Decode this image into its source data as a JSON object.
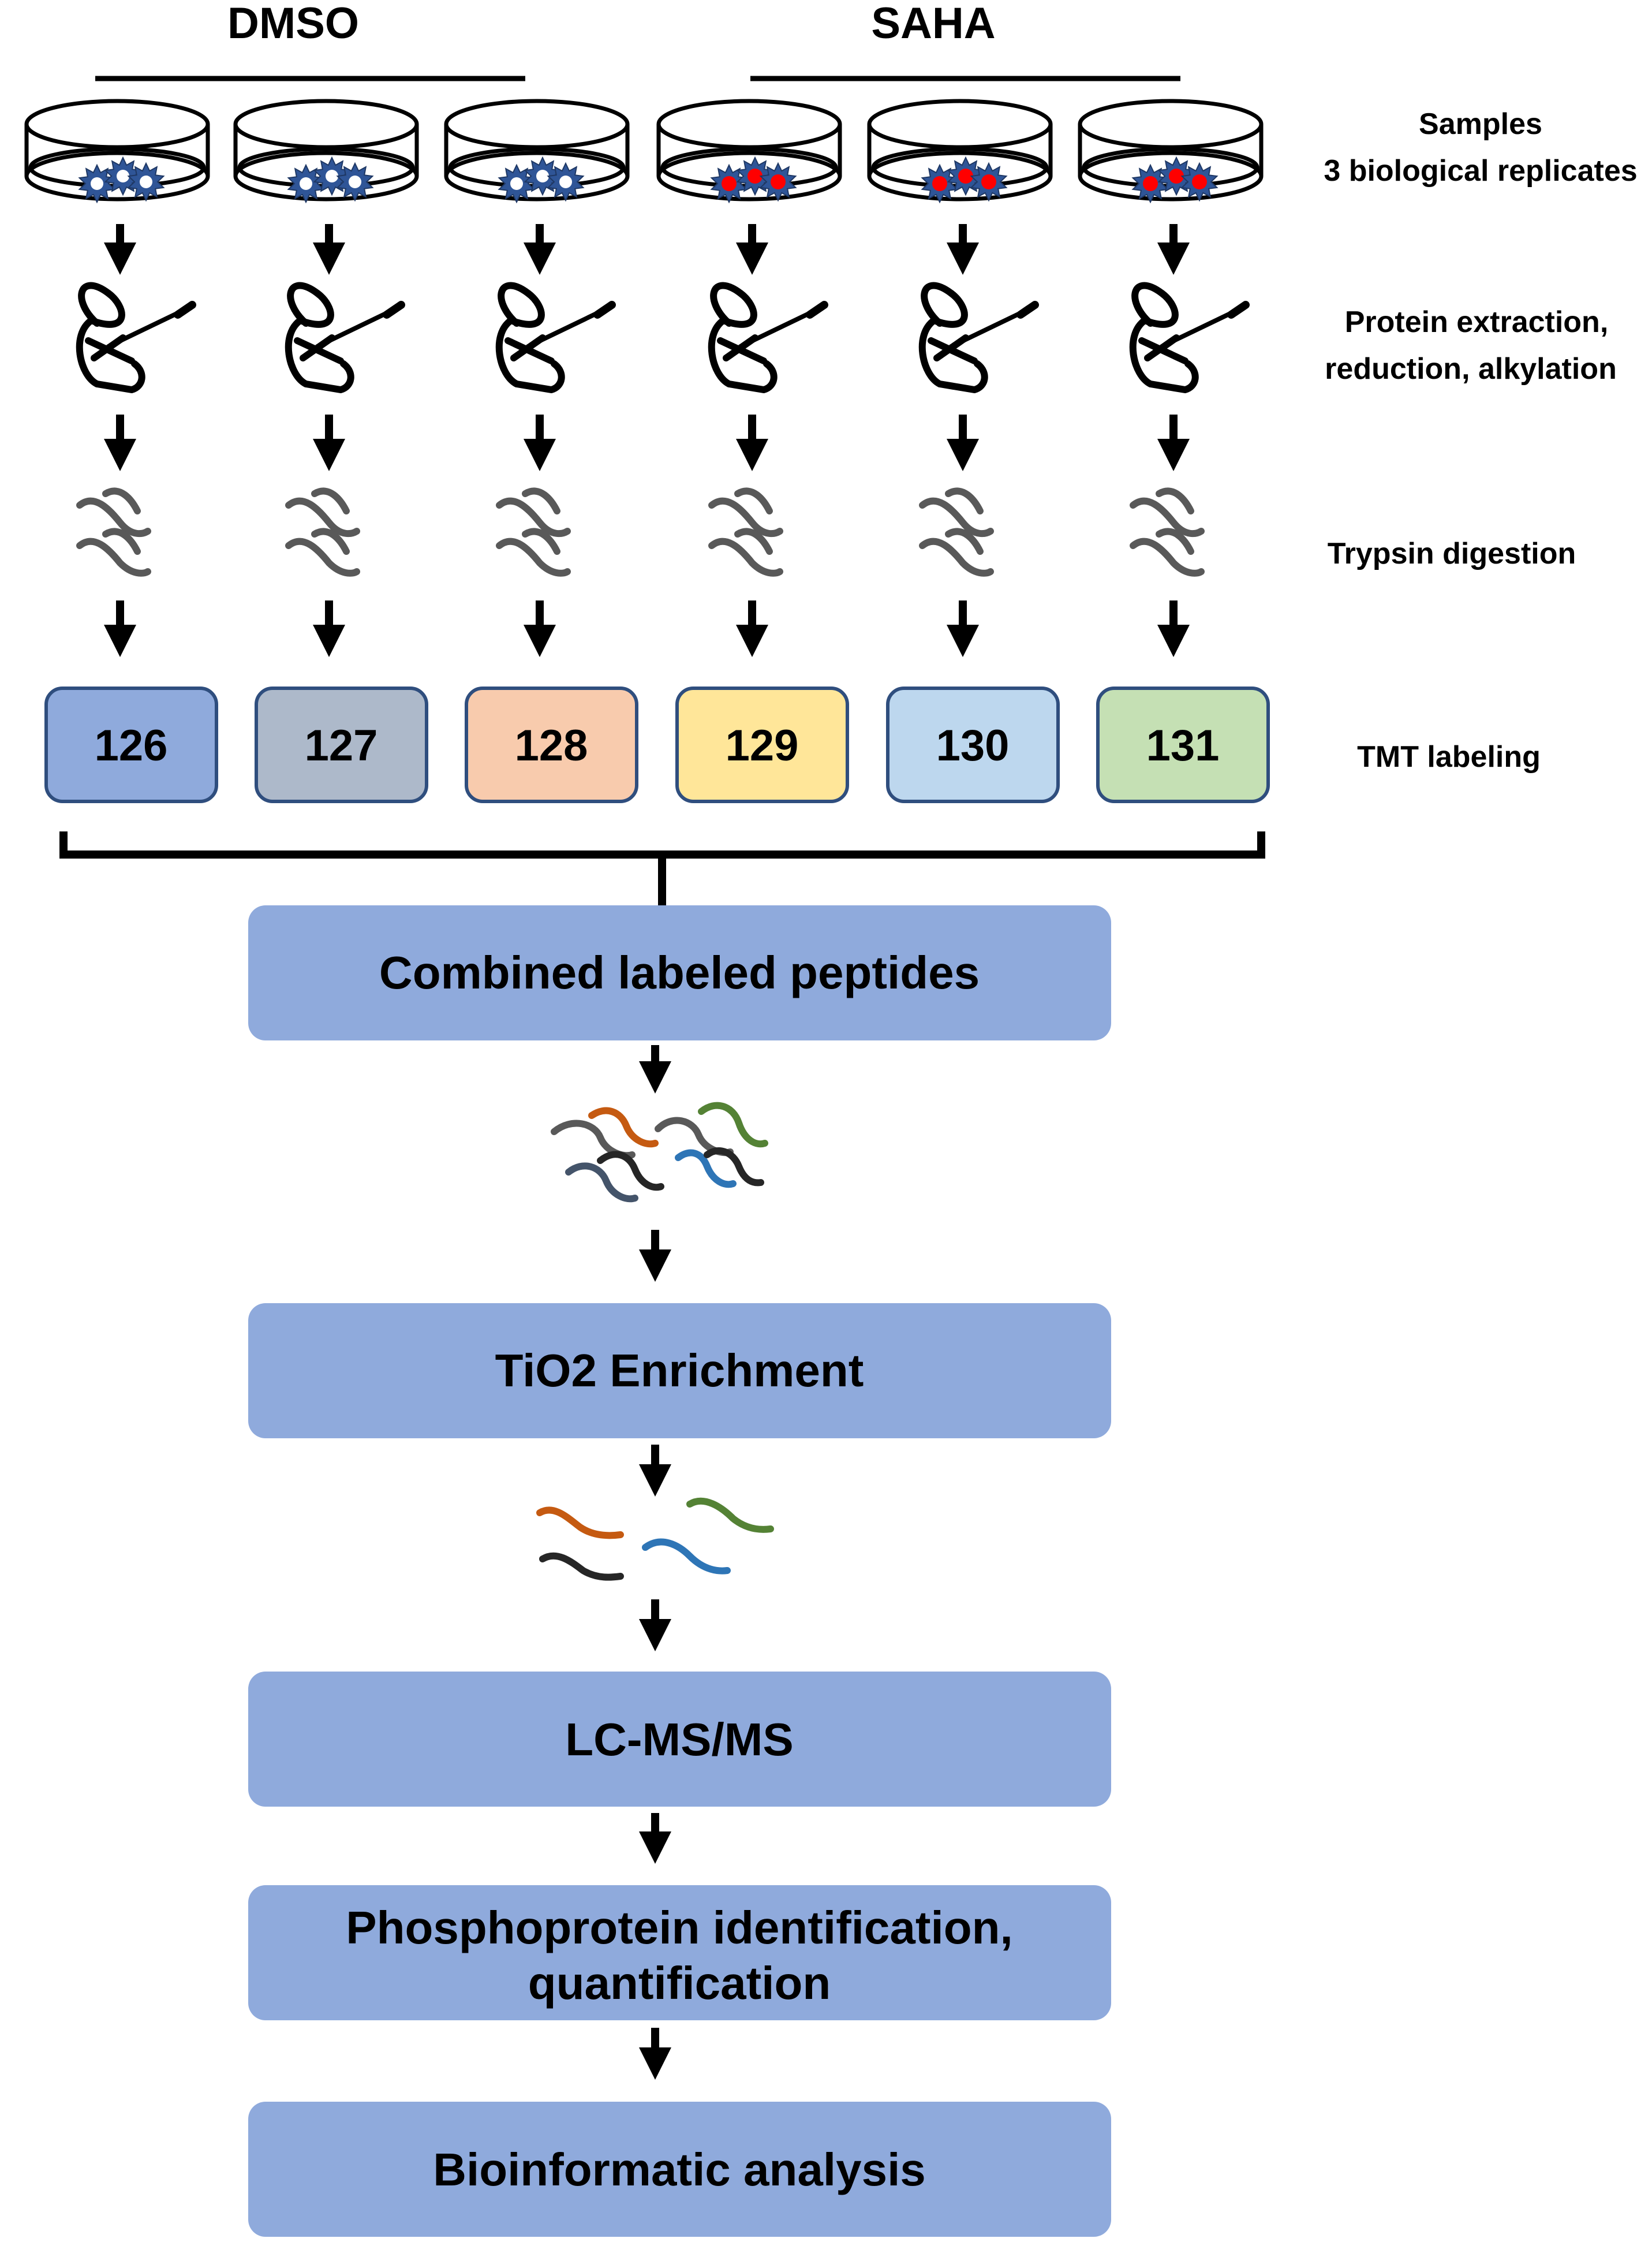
{
  "groups": [
    {
      "label": "DMSO",
      "dish_cell_color": "#2f5597",
      "dish_cell_marker": "none"
    },
    {
      "label": "SAHA",
      "dish_cell_color": "#2f5597",
      "dish_cell_marker": "#ff0000"
    }
  ],
  "steps": {
    "samples_line1": "Samples",
    "samples_line2": "3 biological replicates",
    "extraction_line1": "Protein extraction,",
    "extraction_line2": "reduction, alkylation",
    "digestion": "Trypsin digestion",
    "tmt": "TMT labeling"
  },
  "tmt_labels": [
    {
      "value": "126",
      "fill": "#8faadc",
      "group": "DMSO"
    },
    {
      "value": "127",
      "fill": "#adb9ca",
      "group": "DMSO"
    },
    {
      "value": "128",
      "fill": "#f8cbad",
      "group": "DMSO"
    },
    {
      "value": "129",
      "fill": "#ffe699",
      "group": "SAHA"
    },
    {
      "value": "130",
      "fill": "#bdd7ee",
      "group": "SAHA"
    },
    {
      "value": "131",
      "fill": "#c5e0b4",
      "group": "SAHA"
    }
  ],
  "stages": [
    "Combined labeled peptides",
    "TiO2 Enrichment",
    "LC-MS/MS",
    "Phosphoprotein identification, quantification",
    "Bioinformatic analysis"
  ],
  "stage_lines": {
    "phospho_line1": "Phosphoprotein identification,",
    "phospho_line2": "quantification"
  },
  "colors": {
    "stage_fill": "#8faadc",
    "tmt_border": "#2f4e7e",
    "peptide_gray": "#595959",
    "peptide_orange": "#c55a11",
    "peptide_green": "#548235",
    "peptide_blue": "#2e75b6",
    "peptide_dark": "#262626",
    "peptide_slate": "#44546a"
  },
  "icons": [
    "petri-dish-icon",
    "pipette-tube-icon",
    "peptide-strand-icon",
    "down-arrow-icon",
    "bracket-icon"
  ]
}
